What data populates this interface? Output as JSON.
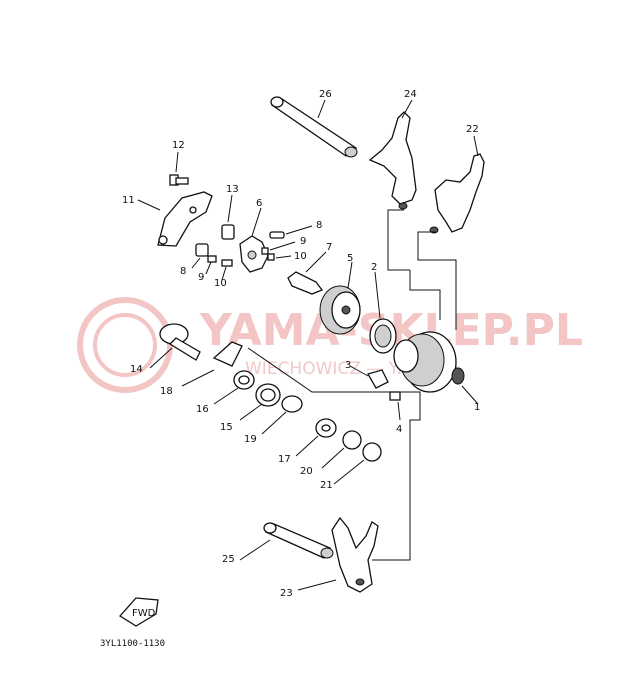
{
  "watermark": {
    "brand": "YAMA-SKLEP.PL",
    "tagline": "WIECHOWICZ — YAMAHA"
  },
  "callouts": {
    "p1": "1",
    "p2": "2",
    "p3": "3",
    "p4": "4",
    "p5": "5",
    "p6": "6",
    "p7": "7",
    "p8a": "8",
    "p8b": "8",
    "p9a": "9",
    "p9b": "9",
    "p10a": "10",
    "p10b": "10",
    "p11": "11",
    "p12": "12",
    "p13": "13",
    "p14": "14",
    "p15": "15",
    "p16": "16",
    "p17": "17",
    "p18": "18",
    "p19": "19",
    "p20": "20",
    "p21": "21",
    "p22": "22",
    "p23": "23",
    "p24": "24",
    "p25": "25",
    "p26": "26"
  },
  "fwd_label": "FWD",
  "diagram_code": "3YL1100-1130"
}
